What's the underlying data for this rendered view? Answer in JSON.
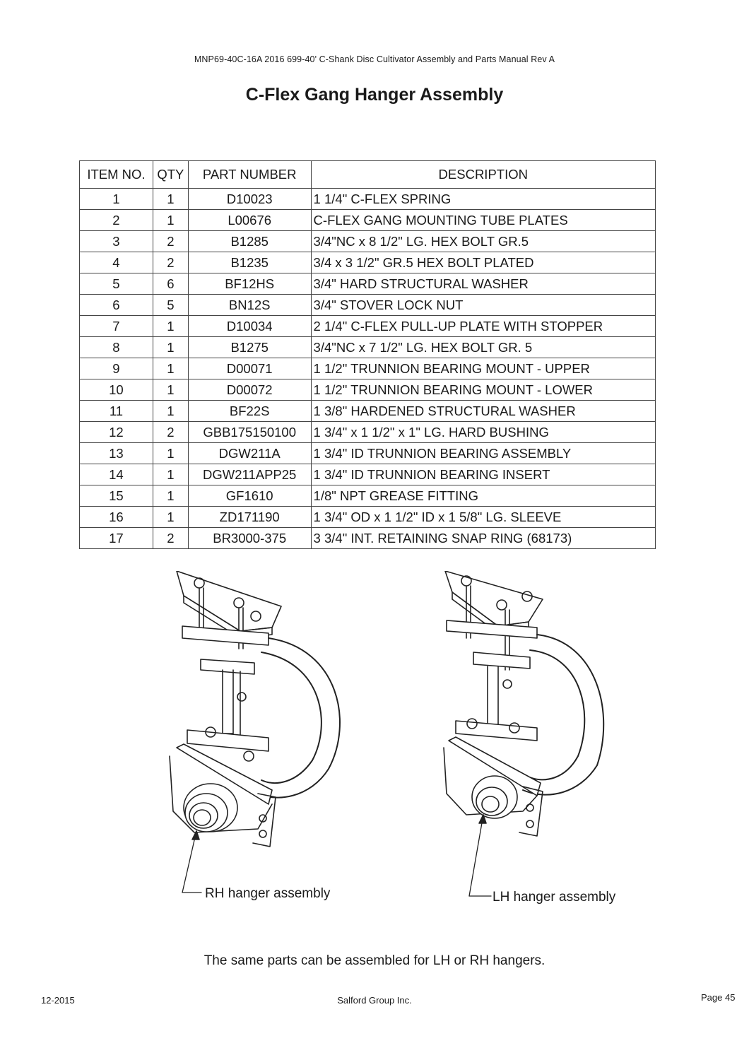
{
  "header": {
    "doc_line": "MNP69-40C-16A 2016 699-40' C-Shank Disc Cultivator Assembly and Parts Manual Rev A"
  },
  "title": "C-Flex Gang Hanger Assembly",
  "table": {
    "columns": [
      "ITEM NO.",
      "QTY",
      "PART NUMBER",
      "DESCRIPTION"
    ],
    "rows": [
      [
        "1",
        "1",
        "D10023",
        "1 1/4\" C-FLEX SPRING"
      ],
      [
        "2",
        "1",
        "L00676",
        "C-FLEX GANG MOUNTING TUBE PLATES"
      ],
      [
        "3",
        "2",
        "B1285",
        "3/4\"NC x 8 1/2\" LG. HEX BOLT GR.5"
      ],
      [
        "4",
        "2",
        "B1235",
        "3/4 x 3 1/2\" GR.5 HEX BOLT PLATED"
      ],
      [
        "5",
        "6",
        "BF12HS",
        "3/4\" HARD STRUCTURAL WASHER"
      ],
      [
        "6",
        "5",
        "BN12S",
        "3/4\" STOVER LOCK NUT"
      ],
      [
        "7",
        "1",
        "D10034",
        "2 1/4\" C-FLEX PULL-UP PLATE WITH STOPPER"
      ],
      [
        "8",
        "1",
        "B1275",
        "3/4\"NC x 7 1/2\" LG. HEX BOLT GR. 5"
      ],
      [
        "9",
        "1",
        "D00071",
        "1 1/2\" TRUNNION BEARING MOUNT - UPPER"
      ],
      [
        "10",
        "1",
        "D00072",
        "1 1/2\" TRUNNION BEARING MOUNT - LOWER"
      ],
      [
        "11",
        "1",
        "BF22S",
        "1 3/8\" HARDENED STRUCTURAL WASHER"
      ],
      [
        "12",
        "2",
        "GBB175150100",
        "1 3/4\" x 1 1/2\" x 1\" LG. HARD BUSHING"
      ],
      [
        "13",
        "1",
        "DGW211A",
        "1 3/4\" ID TRUNNION BEARING ASSEMBLY"
      ],
      [
        "14",
        "1",
        "DGW211APP25",
        "1 3/4\" ID TRUNNION BEARING INSERT"
      ],
      [
        "15",
        "1",
        "GF1610",
        "1/8\" NPT GREASE FITTING"
      ],
      [
        "16",
        "1",
        "ZD171190",
        "1 3/4\" OD x 1 1/2\" ID x 1 5/8\" LG. SLEEVE"
      ],
      [
        "17",
        "2",
        "BR3000-375",
        "3 3/4\" INT. RETAINING SNAP RING (68173)"
      ]
    ]
  },
  "figure": {
    "rh_label": "RH hanger assembly",
    "lh_label": "LH hanger assembly"
  },
  "note": "The same parts can be assembled for LH or RH hangers.",
  "footer": {
    "date": "12-2015",
    "company": "Salford Group Inc.",
    "page": "Page 45"
  }
}
